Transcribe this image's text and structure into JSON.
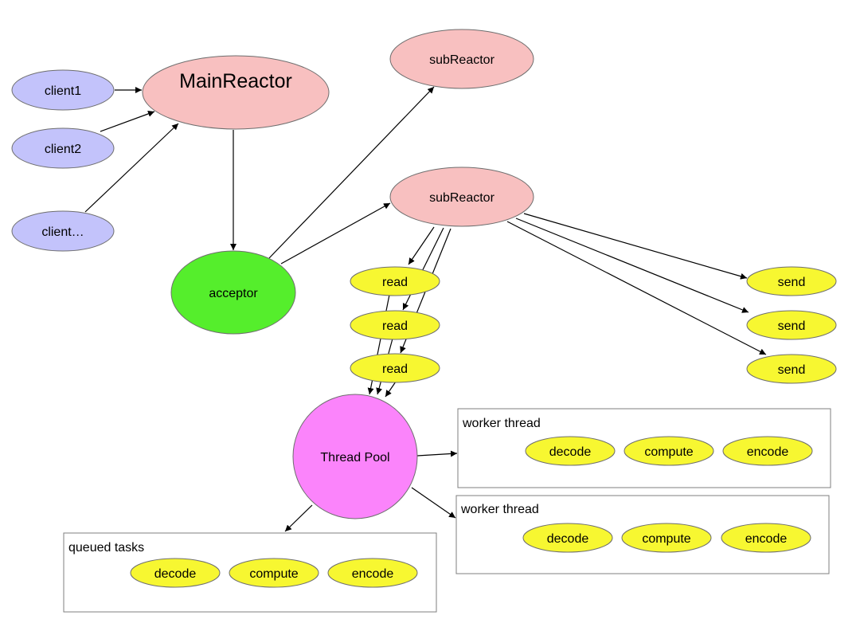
{
  "colors": {
    "client": "#c3c3fb",
    "reactor": "#f8c0c0",
    "acceptor": "#55ee2c",
    "task": "#f7f731",
    "pool": "#fb84fb"
  },
  "nodes": {
    "client1": "client1",
    "client2": "client2",
    "client_more": "client…",
    "main_reactor": "MainReactor",
    "acceptor": "acceptor",
    "sub_reactor_1": "subReactor",
    "sub_reactor_2": "subReactor",
    "read_1": "read",
    "read_2": "read",
    "read_3": "read",
    "send_1": "send",
    "send_2": "send",
    "send_3": "send",
    "thread_pool": "Thread Pool"
  },
  "groups": {
    "worker_1": {
      "label": "worker thread",
      "tasks": [
        "decode",
        "compute",
        "encode"
      ]
    },
    "worker_2": {
      "label": "worker thread",
      "tasks": [
        "decode",
        "compute",
        "encode"
      ]
    },
    "queued": {
      "label": "queued tasks",
      "tasks": [
        "decode",
        "compute",
        "encode"
      ]
    }
  }
}
